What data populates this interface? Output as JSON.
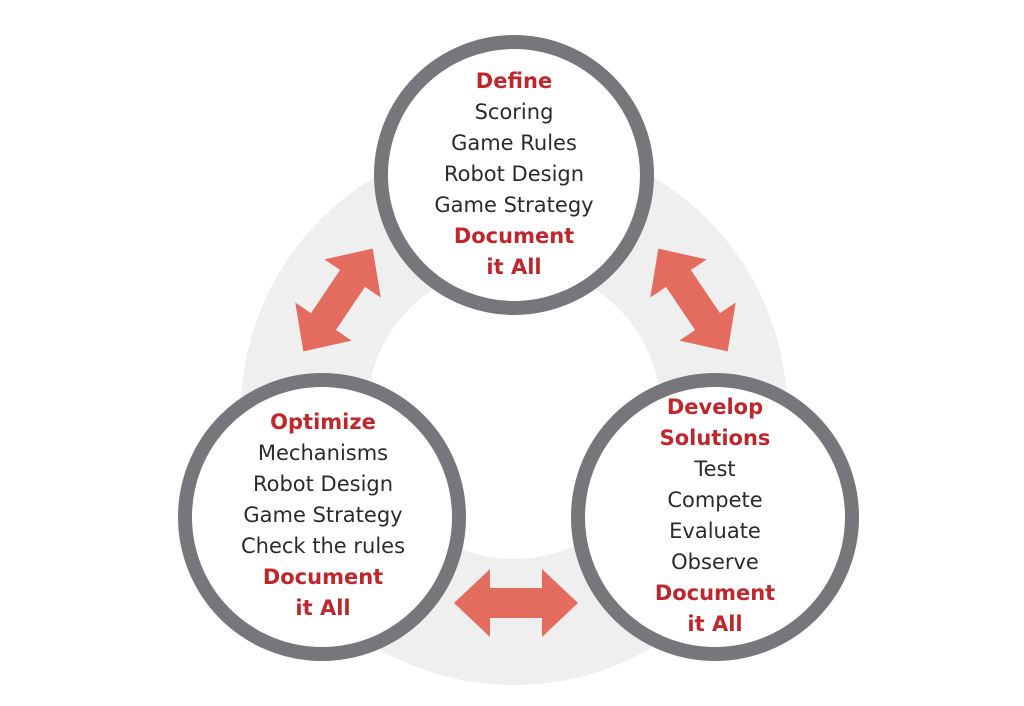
{
  "nodes": {
    "define": {
      "heading": "Define",
      "items": [
        "Scoring",
        "Game Rules",
        "Robot Design",
        "Game Strategy"
      ],
      "footer": [
        "Document",
        "it All"
      ]
    },
    "develop": {
      "heading": [
        "Develop",
        "Solutions"
      ],
      "items": [
        "Test",
        "Compete",
        "Evaluate",
        "Observe"
      ],
      "footer": [
        "Document",
        "it All"
      ]
    },
    "optimize": {
      "heading": "Optimize",
      "items": [
        "Mechanisms",
        "Robot Design",
        "Game Strategy",
        "Check the rules"
      ],
      "footer": [
        "Document",
        "it All"
      ]
    }
  },
  "colors": {
    "ring_background": "#efefef",
    "circle_border": "#77777b",
    "arrow": "#e36c5f",
    "highlight_text": "#c0272d",
    "body_text": "#2b2b2b"
  },
  "icons": {
    "arrow_shape": "double-headed-arrow"
  }
}
